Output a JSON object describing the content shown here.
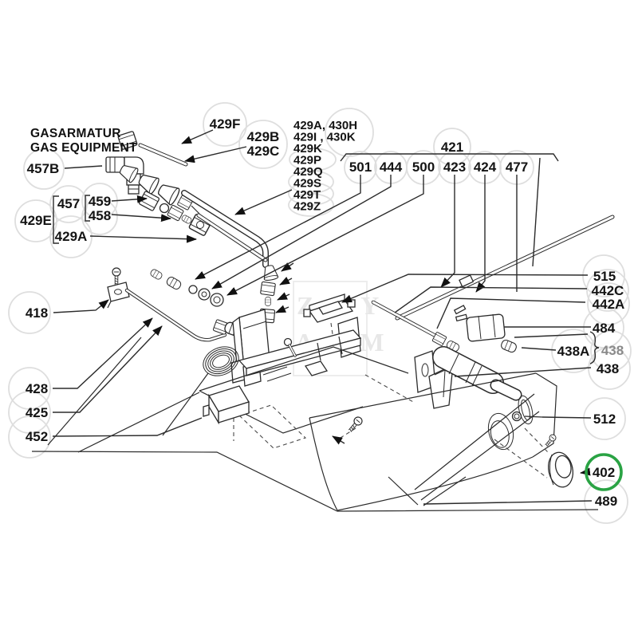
{
  "header": {
    "title_line1": "GASARMATUR",
    "title_line2": "GAS EQUIPMENT"
  },
  "watermark": {
    "row1": "Z Y",
    "row2": "A M"
  },
  "colors": {
    "line": "#2b2b2b",
    "faint_circle": "#dedede",
    "highlight_green": "#2aa344",
    "muted_label": "#8a8a8a",
    "background": "#ffffff"
  },
  "highlighted_part": "402",
  "labels": [
    {
      "id": "457B",
      "text": "457B"
    },
    {
      "id": "429E",
      "text": "429E"
    },
    {
      "id": "457",
      "text": "457"
    },
    {
      "id": "459",
      "text": "459"
    },
    {
      "id": "458",
      "text": "458"
    },
    {
      "id": "429A",
      "text": "429A"
    },
    {
      "id": "429F",
      "text": "429F"
    },
    {
      "id": "429B",
      "text": "429B"
    },
    {
      "id": "429C",
      "text": "429C"
    },
    {
      "id": "421",
      "text": "421"
    },
    {
      "id": "501",
      "text": "501"
    },
    {
      "id": "444",
      "text": "444"
    },
    {
      "id": "500",
      "text": "500"
    },
    {
      "id": "423",
      "text": "423"
    },
    {
      "id": "424",
      "text": "424"
    },
    {
      "id": "477",
      "text": "477"
    },
    {
      "id": "515",
      "text": "515"
    },
    {
      "id": "442C",
      "text": "442C"
    },
    {
      "id": "442A",
      "text": "442A"
    },
    {
      "id": "484",
      "text": "484"
    },
    {
      "id": "438A",
      "text": "438A"
    },
    {
      "id": "438-grouped",
      "text": "438"
    },
    {
      "id": "438",
      "text": "438"
    },
    {
      "id": "512",
      "text": "512"
    },
    {
      "id": "402",
      "text": "402"
    },
    {
      "id": "489",
      "text": "489"
    },
    {
      "id": "418",
      "text": "418"
    },
    {
      "id": "428",
      "text": "428"
    },
    {
      "id": "425",
      "text": "425"
    },
    {
      "id": "452",
      "text": "452"
    }
  ],
  "group_429_list": [
    "429A, 430H",
    "429I , 430K",
    "429K",
    "429P",
    "429Q",
    "429S",
    "429T",
    "429Z"
  ]
}
